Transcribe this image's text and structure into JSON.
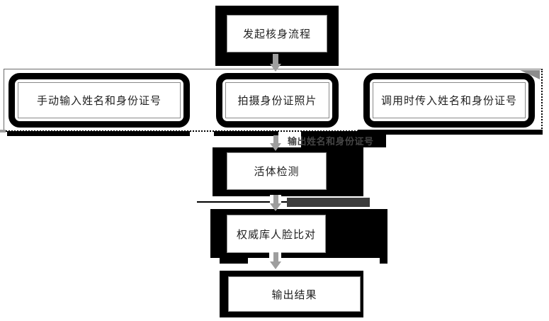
{
  "diagram": {
    "nodes": {
      "start": "发起核身流程",
      "branch_manual": "手动输入姓名和身份证号",
      "branch_photo": "拍摄身份证照片",
      "branch_api": "调用时传入姓名和身份证号",
      "liveness": "活体检测",
      "face_compare": "权威库人脸比对",
      "result": "输出结果"
    },
    "labels": {
      "output_identity": "输出姓名和身份证号"
    },
    "colors": {
      "node_fill": "#000000",
      "node_inner_fill": "#ffffff",
      "inner_border": "#8a8a8a",
      "arrow": "#9e9e9e",
      "label_text": "#454545",
      "redacted_bar": "#3d3d3d",
      "container_border": "#6b6b6b",
      "fold_corner": "#8c8c8c"
    }
  }
}
